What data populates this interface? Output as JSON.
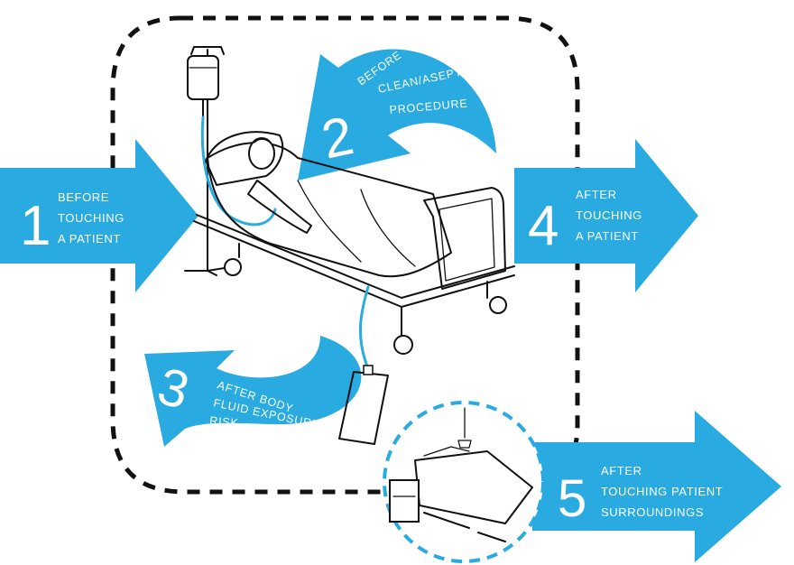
{
  "colors": {
    "accent": "#29abe2",
    "outline": "#111111",
    "background": "#ffffff"
  },
  "moments": [
    {
      "number": "1",
      "lines": [
        "BEFORE",
        "TOUCHING",
        "A PATIENT"
      ]
    },
    {
      "number": "2",
      "lines": [
        "BEFORE",
        "CLEAN/ASEPTIC",
        "PROCEDURE"
      ]
    },
    {
      "number": "3",
      "lines": [
        "AFTER BODY",
        "FLUID EXPOSURE",
        "RISK"
      ]
    },
    {
      "number": "4",
      "lines": [
        "AFTER",
        "TOUCHING",
        "A PATIENT"
      ]
    },
    {
      "number": "5",
      "lines": [
        "AFTER",
        "TOUCHING PATIENT",
        "SURROUNDINGS"
      ]
    }
  ],
  "illustrations": [
    "iv-drip-icon",
    "patient-in-bed-icon",
    "drainage-bag-icon",
    "patient-surroundings-icon"
  ]
}
